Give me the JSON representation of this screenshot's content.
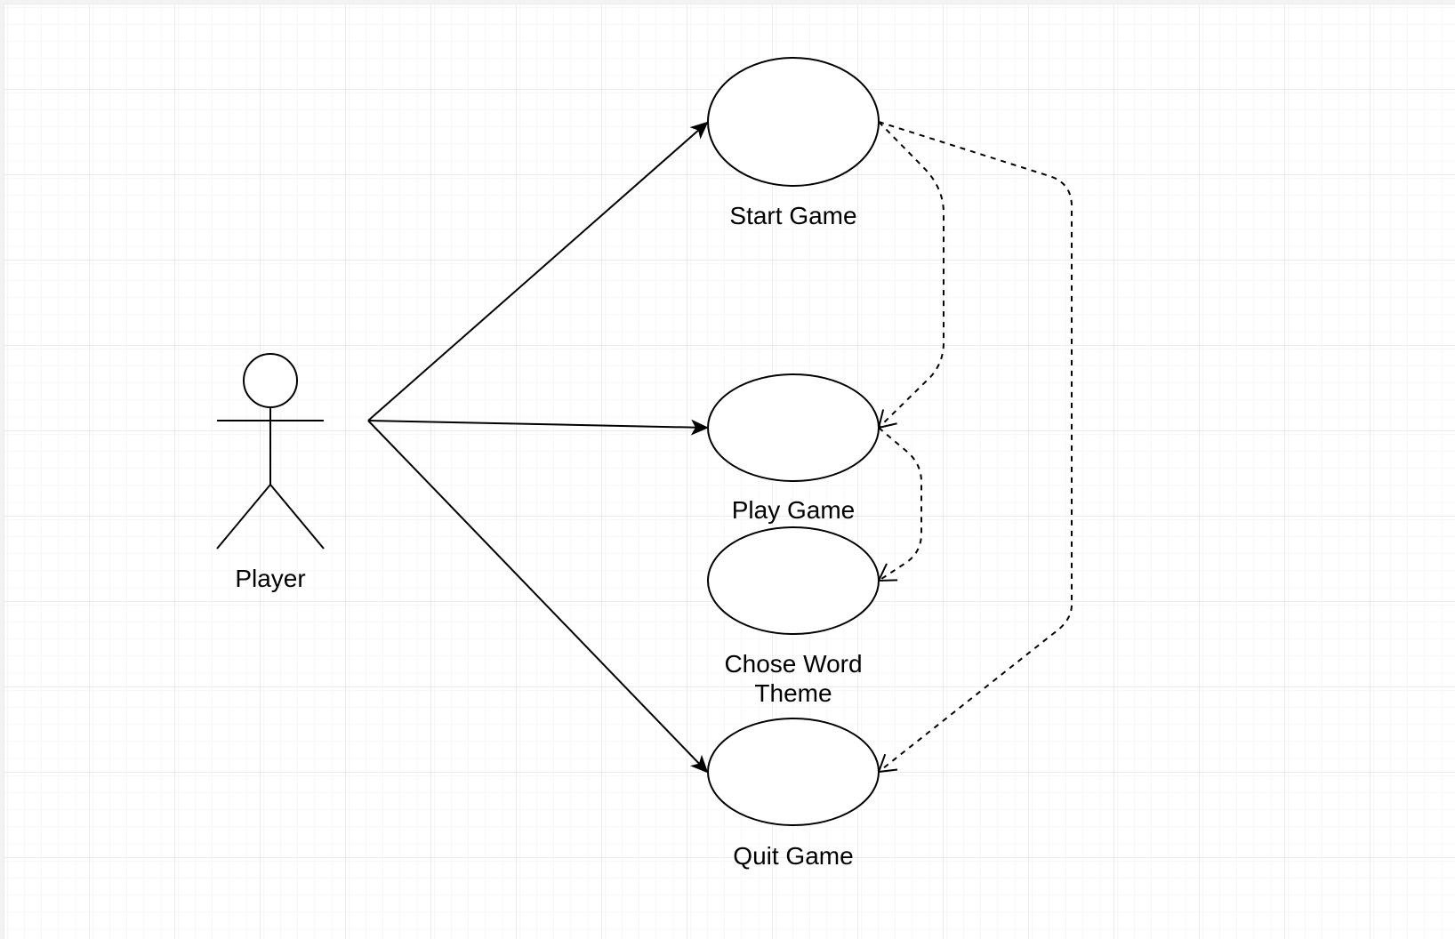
{
  "diagram": {
    "actor": {
      "label": "Player"
    },
    "use_cases": [
      {
        "id": "start",
        "label_lines": [
          "Start Game"
        ]
      },
      {
        "id": "play",
        "label_lines": [
          "Play Game"
        ]
      },
      {
        "id": "theme",
        "label_lines": [
          "Chose Word",
          "Theme"
        ]
      },
      {
        "id": "quit",
        "label_lines": [
          "Quit Game"
        ]
      }
    ],
    "associations": [
      {
        "from": "actor",
        "to": "start",
        "style": "solid"
      },
      {
        "from": "actor",
        "to": "play",
        "style": "solid"
      },
      {
        "from": "actor",
        "to": "quit",
        "style": "solid"
      }
    ],
    "dependencies": [
      {
        "from": "start",
        "to": "play",
        "style": "dashed"
      },
      {
        "from": "play",
        "to": "theme",
        "style": "dashed"
      },
      {
        "from": "start",
        "to": "quit",
        "style": "dashed"
      }
    ]
  },
  "colors": {
    "background": "#ffffff",
    "grid_minor": "#eeeeee",
    "grid_major": "#d6d6d6",
    "stroke": "#000000"
  }
}
